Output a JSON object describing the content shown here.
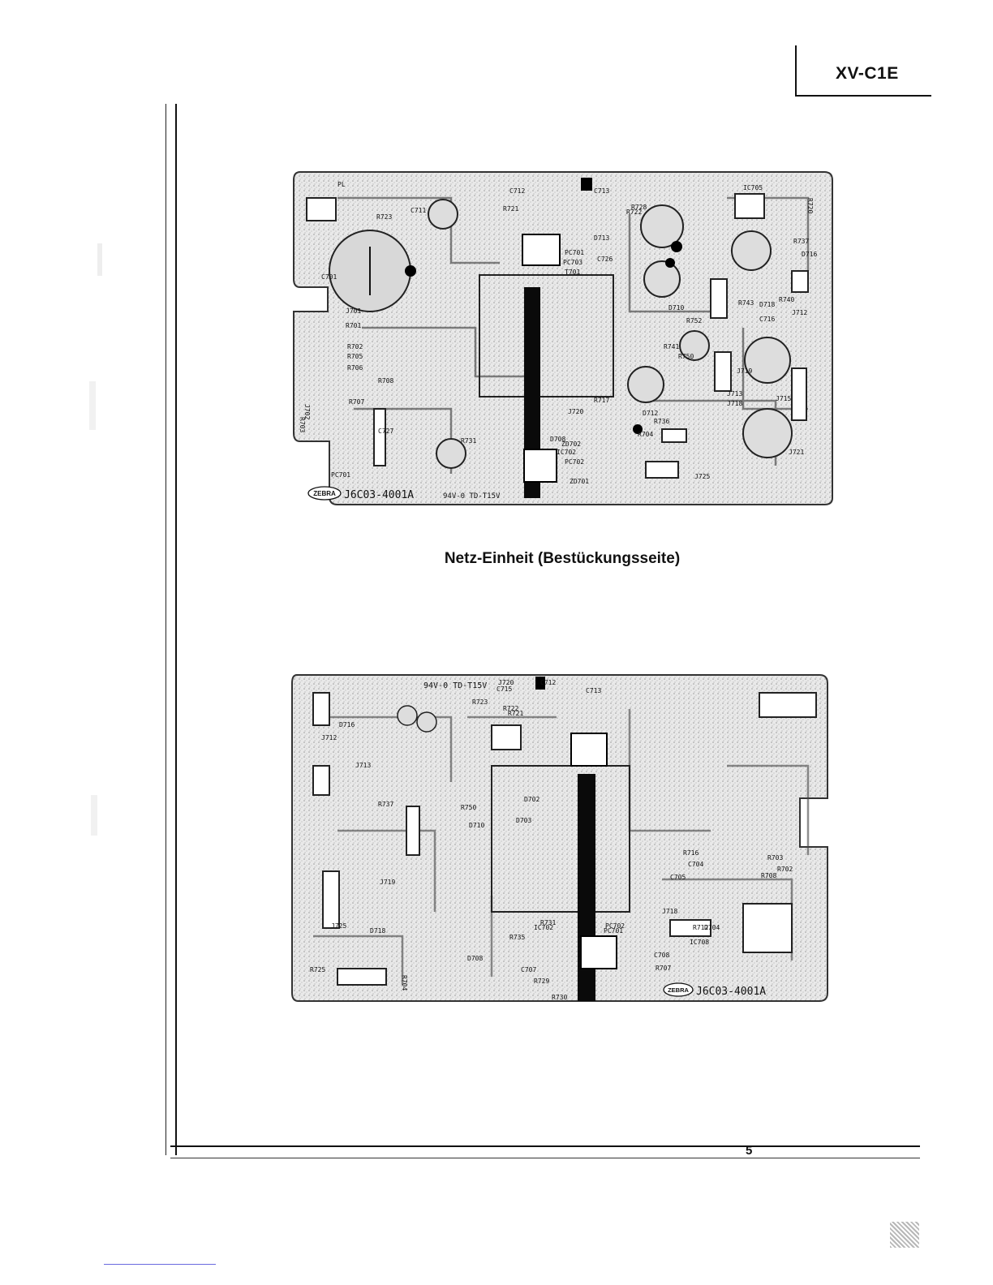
{
  "header": {
    "model": "XV-C1E"
  },
  "top_board": {
    "labels": [
      "PL",
      "C712",
      "C713",
      "R723",
      "C711",
      "R721",
      "R728",
      "IC705",
      "R722",
      "R720",
      "C701",
      "PC701",
      "PC703",
      "T701",
      "C726",
      "D713",
      "J701",
      "R701",
      "R702",
      "R705",
      "R706",
      "R708",
      "R707",
      "J702",
      "R703",
      "R704",
      "D712",
      "D710",
      "R741",
      "R750",
      "R752",
      "C716",
      "J713",
      "J718",
      "J719",
      "J720",
      "R717",
      "R736",
      "D708",
      "ZD702",
      "IC702",
      "PC702",
      "PC701",
      "ZD701",
      "C727",
      "R731",
      "J721",
      "J725",
      "R743",
      "D718",
      "R740",
      "R737",
      "D716",
      "J712",
      "J715"
    ],
    "marking": "J6C03-4001A",
    "brand": "ZEBRA",
    "rating": "94V-0  TD-T15V"
  },
  "caption": "Netz-Einheit (Bestückungsseite)",
  "bottom_board": {
    "labels": [
      "C712",
      "C715",
      "C713",
      "R723",
      "R722",
      "R721",
      "J720",
      "D716",
      "J712",
      "J713",
      "R737",
      "R750",
      "D702",
      "D703",
      "D710",
      "R730",
      "R731",
      "IC702",
      "PC702",
      "PC701",
      "C707",
      "R735",
      "R729",
      "J719",
      "D718",
      "D708",
      "C708",
      "R707",
      "R708",
      "R702",
      "R703",
      "D704",
      "C705",
      "C704",
      "R716",
      "R712",
      "IC708",
      "J718",
      "J725",
      "R725",
      "R704"
    ],
    "marking": "J6C03-4001A",
    "brand": "ZEBRA",
    "rating": "94V-0  TD-T15V"
  },
  "footer": {
    "page_number": "5"
  }
}
